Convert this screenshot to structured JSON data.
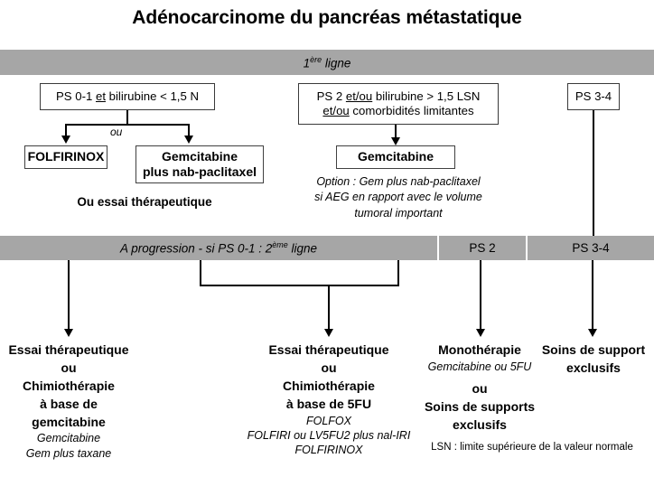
{
  "title": "Adénocarcinome du pancréas métastatique",
  "colors": {
    "band_gray": "#a6a6a6",
    "line_black": "#000000",
    "box_border": "#404040",
    "background": "#ffffff"
  },
  "bands": {
    "first_line": {
      "label_main": "1",
      "label_sup": "ère",
      "label_tail": " ligne",
      "full": "1ère ligne"
    },
    "second_line": {
      "label_main": "A progression - si PS 0-1 : 2",
      "label_sup": "ème",
      "label_tail": " ligne",
      "full": "A progression - si PS 0-1 : 2ème ligne"
    },
    "ps2": {
      "label": "PS 2"
    },
    "ps34": {
      "label": "PS 3-4"
    }
  },
  "first_line": {
    "criteria_left": {
      "part1": "PS 0-1 ",
      "underlined": "et",
      "part2": " bilirubine < 1,5 N"
    },
    "criteria_middle": {
      "line1_part1": "PS 2 ",
      "line1_underlined": "et/ou",
      "line1_part2": " bilirubine > 1,5 LSN",
      "line2_underlined": "et/ou",
      "line2_part2": " comorbidités limitantes"
    },
    "criteria_right": {
      "label": "PS 3-4"
    },
    "branch_label": "ou",
    "treatment_folfirinox": "FOLFIRINOX",
    "treatment_gem_nab": "Gemcitabine\nplus nab-paclitaxel",
    "treatment_gem_nab_line1": "Gemcitabine",
    "treatment_gem_nab_line2": "plus nab-paclitaxel",
    "treatment_gemcitabine": "Gemcitabine",
    "note_left": "Ou essai thérapeutique",
    "note_middle": {
      "line1": "Option : Gem plus nab-paclitaxel",
      "line2": "si AEG en rapport avec le volume",
      "line3": "tumoral important"
    }
  },
  "second_line": {
    "column_left": {
      "bold_line1": "Essai thérapeutique",
      "bold_line2": "ou",
      "bold_line3": "Chimiothérapie",
      "bold_line4": "à base de",
      "bold_line5": "gemcitabine",
      "italic_line1": "Gemcitabine",
      "italic_line2": "Gem plus taxane"
    },
    "column_middle": {
      "bold_line1": "Essai thérapeutique",
      "bold_line2": "ou",
      "bold_line3": "Chimiothérapie",
      "bold_line4": "à base de 5FU",
      "italic_line1": "FOLFOX",
      "italic_line2": "FOLFIRI ou LV5FU2 plus nal-IRI",
      "italic_line3": "FOLFIRINOX"
    },
    "column_ps2": {
      "bold_line1": "Monothérapie",
      "italic_line1": "Gemcitabine ou 5FU",
      "bold_line2": "ou",
      "bold_line3": "Soins de supports",
      "bold_line4": "exclusifs"
    },
    "column_ps34": {
      "bold_line1": "Soins de support",
      "bold_line2": "exclusifs"
    }
  },
  "footnote": "LSN : limite supérieure de la valeur normale"
}
